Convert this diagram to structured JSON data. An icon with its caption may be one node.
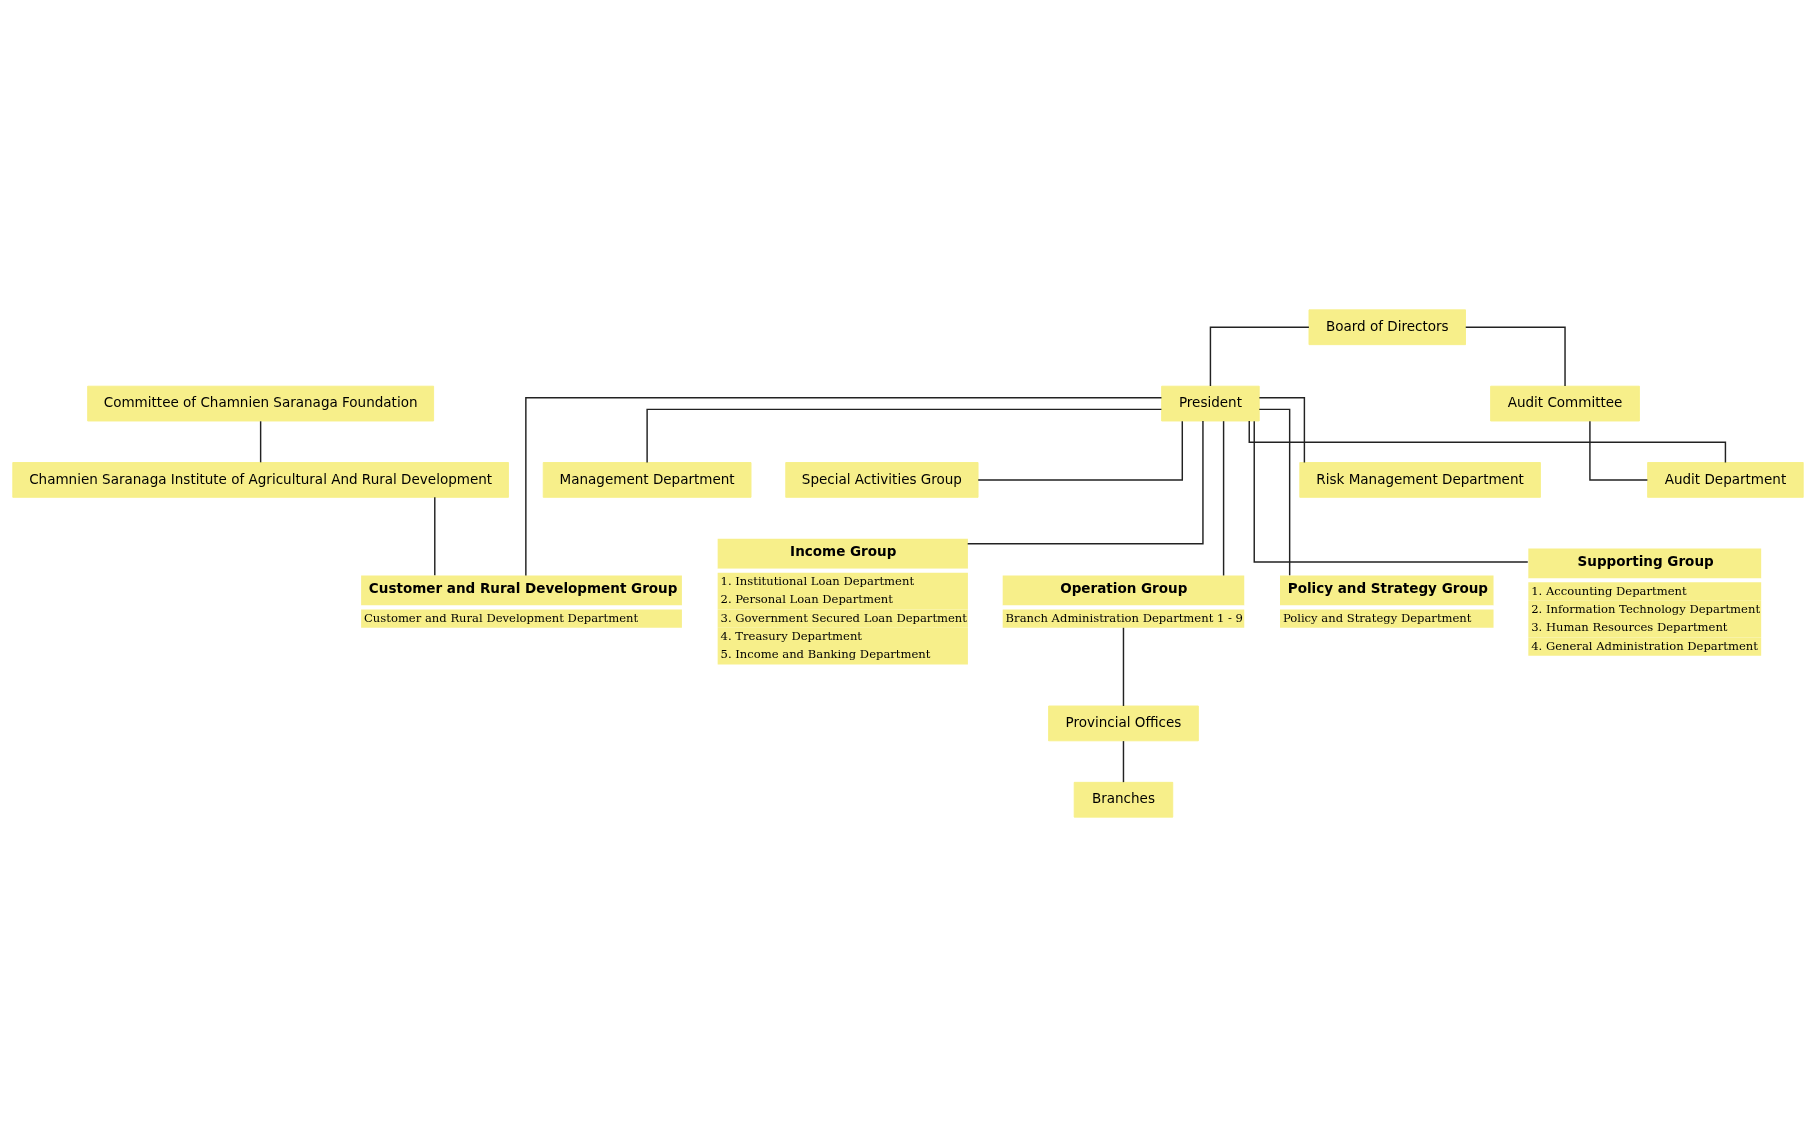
{
  "diagram": {
    "nodes": [
      {
        "text": [
          "Board of Directors"
        ]
      },
      {
        "text": [
          "Audit Committee"
        ]
      },
      {
        "text": [
          "President"
        ]
      },
      {
        "text": [
          "Audit Department"
        ]
      },
      {
        "text": [
          "Committee of Chamnien Saranaga Foundation"
        ]
      },
      {
        "text": [
          "Chamnien Saranaga Institute of Agricultural And Rural Development"
        ]
      },
      {
        "text": [
          "Risk Management Department"
        ]
      },
      {
        "text": [
          "Management Department"
        ]
      },
      {
        "text": [
          "Special Activities Group"
        ]
      },
      {
        "text": [
          "Customer and Rural Development Group",
          "Customer and Rural Development Department"
        ]
      },
      {
        "text": [
          "Income Group",
          "1. Institutional Loan Department",
          "2. Personal Loan Department",
          "3. Government Secured Loan Department",
          "4. Treasury Department",
          "5. Income and Banking Department"
        ]
      },
      {
        "text": [
          "Operation Group",
          "Branch Administration Department 1 - 9"
        ]
      },
      {
        "text": [
          "Policy and Strategy Group",
          "Policy and Strategy Department"
        ]
      },
      {
        "text": [
          "Supporting Group",
          "1. Accounting Department",
          "2. Information Technology Department",
          "3. Human Resources Department",
          "4. General Administration Department"
        ]
      },
      {
        "text": [
          "Provincial Offices"
        ]
      },
      {
        "text": [
          "Branches"
        ]
      }
    ],
    "edges": [
      {
        "from": 0,
        "to": 2,
        "arrow": "none"
      },
      {
        "from": 0,
        "to": 1,
        "arrow": "none"
      },
      {
        "from": 1,
        "to": 3,
        "arrow": "none"
      },
      {
        "from": 2,
        "to": 3,
        "arrow": "none"
      },
      {
        "from": 4,
        "to": 5,
        "arrow": "none"
      },
      {
        "from": 2,
        "to": 6,
        "arrow": "none"
      },
      {
        "from": 2,
        "to": 7,
        "arrow": "none"
      },
      {
        "from": 2,
        "to": 8,
        "arrow": "none"
      },
      {
        "from": 2,
        "to": 9,
        "arrow": "none"
      },
      {
        "from": 2,
        "to": 10,
        "arrow": "none"
      },
      {
        "from": 2,
        "to": 11,
        "arrow": "none"
      },
      {
        "from": 2,
        "to": 12,
        "arrow": "none"
      },
      {
        "from": 2,
        "to": 13,
        "arrow": "none"
      },
      {
        "from": 5,
        "to": 9,
        "arrow": "none"
      },
      {
        "from": 11,
        "to": 14,
        "arrow": "none"
      },
      {
        "from": 14,
        "to": 15,
        "arrow": "none"
      }
    ]
  }
}
